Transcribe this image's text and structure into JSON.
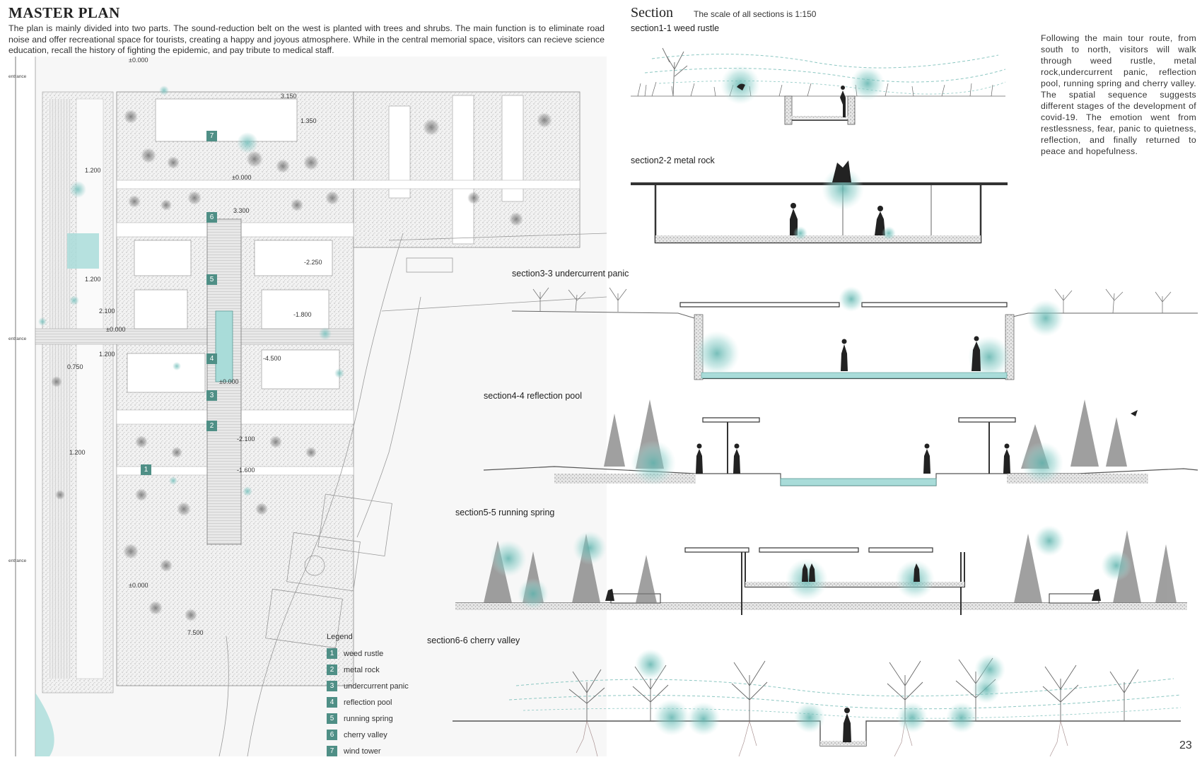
{
  "master_plan": {
    "title": "MASTER PLAN",
    "description": "The plan is mainly divided into two parts. The sound-reduction belt on the west is planted with trees and shrubs. The main function is to eliminate road noise and offer recreational space for tourists, creating a happy and joyous atmosphere. While in the central memorial space, visitors can recieve science education, recall the history of fighting the epidemic, and pay tribute to medical staff.",
    "entrance_label": "entrance",
    "elevations": [
      "±0.000",
      "3.150",
      "1.350",
      "1.200",
      "±0.000",
      "3.300",
      "-2.250",
      "1.200",
      "2.100",
      "±0.000",
      "-1.800",
      "1.200",
      "0.750",
      "-4.500",
      "±0.000",
      "-2.100",
      "1.200",
      "-1.600",
      "±0.000",
      "7.500"
    ],
    "markers": [
      "7",
      "6",
      "5",
      "4",
      "3",
      "2",
      "1"
    ]
  },
  "legend": {
    "title": "Legend",
    "items": [
      {
        "num": "1",
        "label": "weed rustle"
      },
      {
        "num": "2",
        "label": "metal rock"
      },
      {
        "num": "3",
        "label": "undercurrent panic"
      },
      {
        "num": "4",
        "label": "reflection pool"
      },
      {
        "num": "5",
        "label": "running spring"
      },
      {
        "num": "6",
        "label": "cherry valley"
      },
      {
        "num": "7",
        "label": "wind tower"
      }
    ]
  },
  "section": {
    "title": "Section",
    "scale_note": "The scale of all sections is 1:150",
    "description": "Following the main tour route, from south to north, visitors will walk through weed rustle, metal rock,undercurrent panic, reflection pool, running spring and cherry valley. The spatial sequence suggests different stages of the development of covid-19. The emotion went from restlessness, fear, panic to quietness, reflection, and finally returned to peace and hopefulness.",
    "labels": [
      "section1-1  weed rustle",
      "section2-2  metal rock",
      "section3-3  undercurrent panic",
      "section4-4  reflection pool",
      "section5-5  running spring",
      "section6-6  cherry valley"
    ]
  },
  "page_number": "23",
  "colors": {
    "accent_teal": "#4f8f86",
    "glow": "#7cc3bf",
    "pool": "#a9dcd9"
  }
}
